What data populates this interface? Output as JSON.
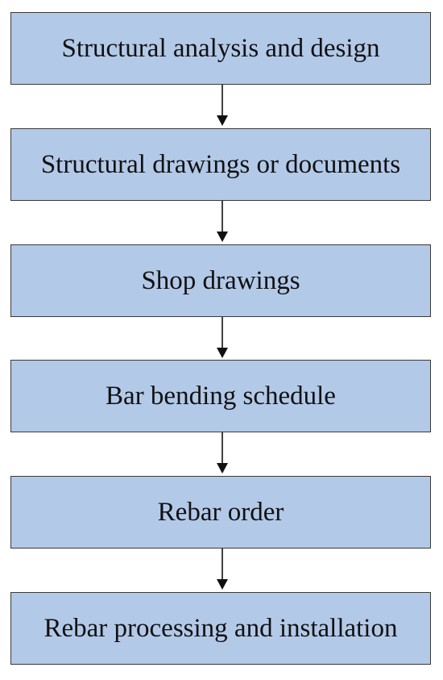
{
  "steps": [
    {
      "label": "Structural analysis  and design"
    },
    {
      "label": "Structural drawings or documents"
    },
    {
      "label": "Shop drawings"
    },
    {
      "label": "Bar bending schedule"
    },
    {
      "label": "Rebar order"
    },
    {
      "label": "Rebar processing and installation"
    }
  ],
  "colors": {
    "box_fill": "#b3c9e8",
    "box_border": "#3a3a3a",
    "arrow": "#111111"
  }
}
